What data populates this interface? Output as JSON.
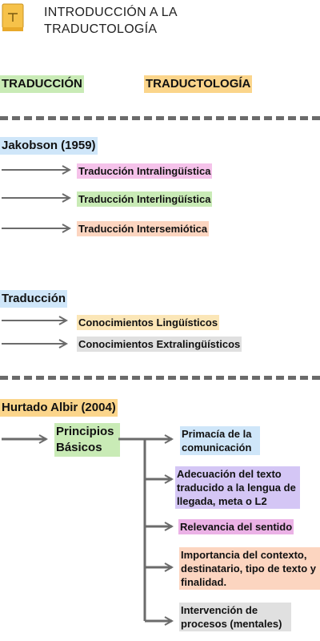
{
  "header": {
    "title": "INTRODUCCIÓN A LA TRADUCTOLOGÍA",
    "icon": "document-icon"
  },
  "top_labels": {
    "left": "TRADUCCIÓN",
    "right": "TRADUCTOLOGÍA"
  },
  "jakobson": {
    "title": "Jakobson (1959)",
    "items": [
      "Traducción Intralingüística",
      "Traducción Interlingüística",
      "Traducción Intersemiótica"
    ]
  },
  "traduccion": {
    "title": "Traducción",
    "items": [
      "Conocimientos Lingüísticos",
      "Conocimientos Extralingüísticos"
    ]
  },
  "hurtado": {
    "title": "Hurtado Albir (2004)",
    "node": "Principios Básicos",
    "items": [
      "Primacía de la comunicación",
      "Adecuación del texto traducido a la lengua de llegada, meta o L2",
      "Relevancia del sentido",
      "Importancia del contexto, destinatario, tipo de texto y finalidad.",
      "Intervención de procesos (mentales)"
    ]
  },
  "colors": {
    "green": "#c9ebb6",
    "yellow": "#fbd58b",
    "blue": "#cfe6f9",
    "pink": "#f5c2ea",
    "peach": "#fcd5c0",
    "grey": "#e0e0e0",
    "purple": "#d4c6f5",
    "line": "#6b6b6b"
  }
}
